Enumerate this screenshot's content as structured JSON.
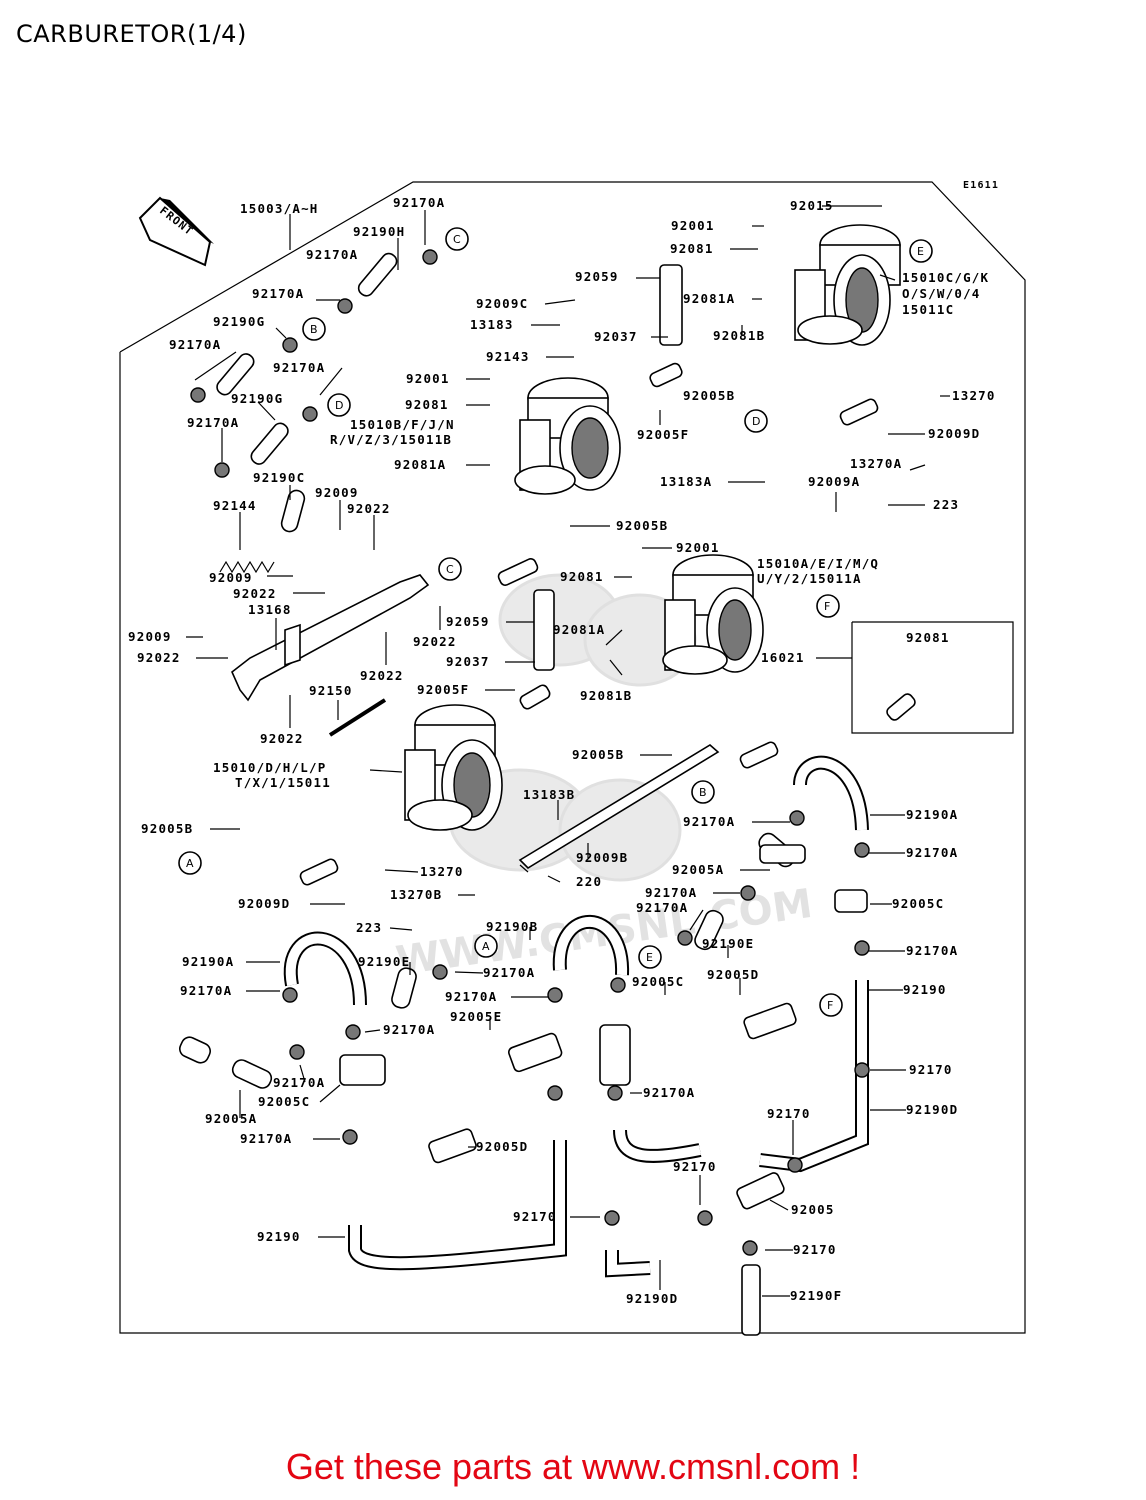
{
  "page_title": "CARBURETOR(1/4)",
  "figure_code": "E1611",
  "front_label": "FRONT",
  "watermark": "WWW.CMSNL.COM",
  "cta": "Get these parts at www.cmsnl.com !",
  "colors": {
    "cta": "#e30613",
    "ink": "#000000",
    "watermark": "#d9d9d9"
  },
  "markers": [
    "A",
    "B",
    "C",
    "D",
    "E",
    "F"
  ],
  "labels": {
    "l15003": "15003/A~H",
    "l92170A_a": "92170A",
    "l92190H": "92190H",
    "l92170A_b": "92170A",
    "l92170A_c": "92170A",
    "l92190G_a": "92190G",
    "l92170A_d": "92170A",
    "l92170A_e": "92170A",
    "l92190G_b": "92190G",
    "l92170A_f": "92170A",
    "l92190C": "92190C",
    "l92144": "92144",
    "l92009_a": "92009",
    "l92022_a": "92022",
    "l92009_b": "92009",
    "l92022_b": "92022",
    "l13168": "13168",
    "l92009_c": "92009",
    "l92022_c": "92022",
    "l92022_d": "92022",
    "l92022_e": "92022",
    "l92150": "92150",
    "l92022_f": "92022",
    "l92001_a": "92001",
    "l92015": "92015",
    "l92081_a": "92081",
    "l92059_a": "92059",
    "l92081A_a": "92081A",
    "l92009C": "92009C",
    "l13183": "13183",
    "l92037_a": "92037",
    "l92081B_a": "92081B",
    "l92143": "92143",
    "l92001_b": "92001",
    "l92081_b": "92081",
    "l15010B_1": "15010B/F/J/N",
    "l15010B_2": "R/V/Z/3/15011B",
    "l92081A_b": "92081A",
    "l92005B_a": "92005B",
    "l92005F_a": "92005F",
    "l15010C_1": "15010C/G/K",
    "l15010C_2": "O/S/W/0/4",
    "l15010C_3": "15011C",
    "l13270_a": "13270",
    "l92009D_a": "92009D",
    "l13270A": "13270A",
    "l13183A": "13183A",
    "l92009A": "92009A",
    "l223_a": "223",
    "l92005B_b": "92005B",
    "l92001_c": "92001",
    "l15010A_1": "15010A/E/I/M/Q",
    "l15010A_2": "U/Y/2/15011A",
    "l92081_c": "92081",
    "l92059_b": "92059",
    "l92081A_c": "92081A",
    "l92081_d": "92081",
    "l16021": "16021",
    "l92037_b": "92037",
    "l92005F_b": "92005F",
    "l92081B_b": "92081B",
    "l92005B_c": "92005B",
    "l15010_1": "15010/D/H/L/P",
    "l15010_2": "T/X/1/15011",
    "l92005B_d": "92005B",
    "l13183B": "13183B",
    "l92170A_g": "92170A",
    "l92190A_a": "92190A",
    "l92009B": "92009B",
    "l92005A_a": "92005A",
    "l92170A_h": "92170A",
    "l13270_b": "13270",
    "l220": "220",
    "l13270B": "13270B",
    "l92170A_i": "92170A",
    "l92009D_b": "92009D",
    "l92190B": "92190B",
    "l92170A_j": "92170A",
    "l92005C_a": "92005C",
    "l223_b": "223",
    "l92190E_a": "92190E",
    "l92170A_k": "92170A",
    "l92190A_b": "92190A",
    "l92190E_b": "92190E",
    "l92170A_l": "92170A",
    "l92005C_b": "92005C",
    "l92005D_a": "92005D",
    "l92170A_m": "92170A",
    "l92170A_n": "92170A",
    "l92190_a": "92190",
    "l92005E": "92005E",
    "l92170A_o": "92170A",
    "l92170A_p": "92170A",
    "l92170_a": "92170",
    "l92005C_c": "92005C",
    "l92170A_q": "92170A",
    "l92005A_b": "92005A",
    "l92170_b": "92170",
    "l92190D_a": "92190D",
    "l92170A_r": "92170A",
    "l92005D_b": "92005D",
    "l92170_c": "92170",
    "l92005": "92005",
    "l92170_d": "92170",
    "l92190_b": "92190",
    "l92170_e": "92170",
    "l92190D_b": "92190D",
    "l92190F": "92190F"
  }
}
